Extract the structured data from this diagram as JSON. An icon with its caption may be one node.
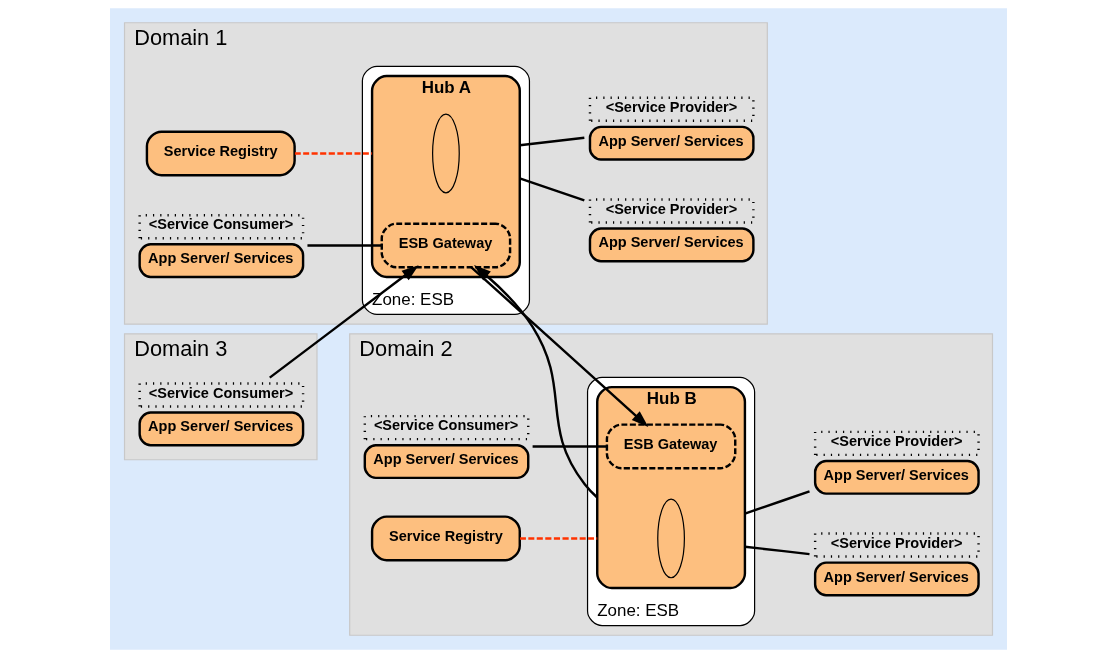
{
  "diagram": {
    "nodes": [
      {
        "text": [
          "Domain 1"
        ]
      },
      {
        "text": [
          "Service Registry"
        ],
        "in": 0
      },
      {
        "text": [
          "Zone: ESB"
        ],
        "in": 0
      },
      {
        "text": [
          "Hub A"
        ],
        "in": 2
      },
      {
        "text": [
          "ESB Gateway"
        ],
        "in": 3
      },
      {
        "text": [],
        "shape": "ellipse",
        "in": 3
      },
      {
        "text": [
          "App Server/ Services"
        ],
        "beside": [
          "<Service Consumer>"
        ],
        "in": 0
      },
      {
        "text": [
          "App Server/ Services"
        ],
        "beside": [
          "<Service Provider>"
        ],
        "in": 0
      },
      {
        "text": [
          "App Server/ Services"
        ],
        "beside": [
          "<Service Provider>"
        ],
        "in": 0
      },
      {
        "text": [
          "Domain 3"
        ]
      },
      {
        "text": [
          "App Server/ Services"
        ],
        "beside": [
          "<Service Consumer>"
        ],
        "in": 9
      },
      {
        "text": [
          "Domain 2"
        ]
      },
      {
        "text": [
          "Zone: ESB"
        ],
        "in": 11
      },
      {
        "text": [
          "Hub B"
        ],
        "in": 12
      },
      {
        "text": [
          "ESB Gateway"
        ],
        "in": 13
      },
      {
        "text": [],
        "shape": "ellipse",
        "in": 13
      },
      {
        "text": [
          "App Server/ Services"
        ],
        "beside": [
          "<Service Consumer>"
        ],
        "in": 11
      },
      {
        "text": [
          "App Server/ Services"
        ],
        "beside": [
          "<Service Provider>"
        ],
        "in": 11
      },
      {
        "text": [
          "App Server/ Services"
        ],
        "beside": [
          "<Service Provider>"
        ],
        "in": 11
      },
      {
        "text": [
          "Service Registry"
        ],
        "in": 11
      }
    ],
    "edges": [
      {
        "from": 1,
        "to": 3,
        "arrow": "none",
        "style": "dashed",
        "color": "#ff3300"
      },
      {
        "from": 6,
        "to": 4,
        "arrow": "none"
      },
      {
        "from": 3,
        "to": 7,
        "arrow": "none"
      },
      {
        "from": 3,
        "to": 8,
        "arrow": "none"
      },
      {
        "from": 10,
        "to": 4,
        "arrow": "to"
      },
      {
        "from": 13,
        "to": 4,
        "arrow": "to"
      },
      {
        "from": 4,
        "to": 14,
        "arrow": "to"
      },
      {
        "from": 16,
        "to": 14,
        "arrow": "none"
      },
      {
        "from": 13,
        "to": 17,
        "arrow": "none"
      },
      {
        "from": 13,
        "to": 18,
        "arrow": "none"
      },
      {
        "from": 19,
        "to": 13,
        "arrow": "none",
        "style": "dashed",
        "color": "#ff3300"
      }
    ]
  }
}
